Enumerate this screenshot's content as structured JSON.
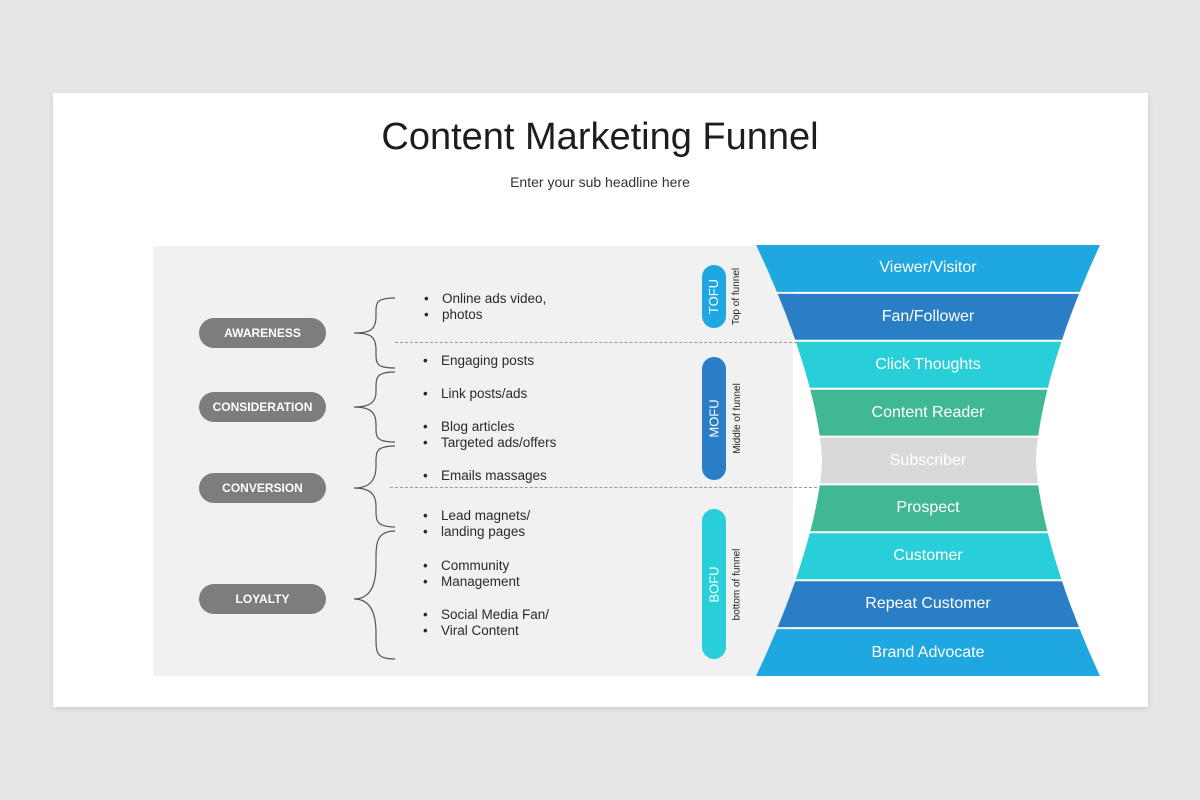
{
  "title": "Content Marketing Funnel",
  "subtitle": "Enter your sub headline here",
  "stages": [
    {
      "label": "AWARENESS"
    },
    {
      "label": "CONSIDERATION"
    },
    {
      "label": "CONVERSION"
    },
    {
      "label": "LOYALTY"
    }
  ],
  "bullet_groups": [
    {
      "items": [
        "Online ads video,",
        "photos"
      ]
    },
    {
      "items": [
        "Engaging posts"
      ]
    },
    {
      "items": [
        "Link posts/ads"
      ]
    },
    {
      "items": [
        "Blog articles",
        "Targeted ads/offers"
      ]
    },
    {
      "items": [
        "Emails massages"
      ]
    },
    {
      "items": [
        "Lead magnets/",
        " landing pages"
      ]
    },
    {
      "items": [
        " Community",
        " Management"
      ]
    },
    {
      "items": [
        "Social Media Fan/",
        " Viral Content"
      ]
    }
  ],
  "funnel_stages": [
    {
      "short": "TOFU",
      "long": "Top of funnel",
      "color": "#1ea7e1"
    },
    {
      "short": "MOFU",
      "long": "Middle of funnel",
      "color": "#2a7ec6"
    },
    {
      "short": "BOFU",
      "long": "bottom of funnel",
      "color": "#29cfd8"
    }
  ],
  "layers": [
    {
      "label": "Viewer/Visitor",
      "color": "#1ea7e1"
    },
    {
      "label": "Fan/Follower",
      "color": "#2a7ec6"
    },
    {
      "label": "Click Thoughts",
      "color": "#29cfd8"
    },
    {
      "label": "Content Reader",
      "color": "#41b894"
    },
    {
      "label": "Subscriber",
      "color": "#d9d9d9"
    },
    {
      "label": "Prospect",
      "color": "#41b894"
    },
    {
      "label": "Customer",
      "color": "#29cfd8"
    },
    {
      "label": "Repeat Customer",
      "color": "#2a7ec6"
    },
    {
      "label": "Brand Advocate",
      "color": "#1ea7e1"
    }
  ]
}
